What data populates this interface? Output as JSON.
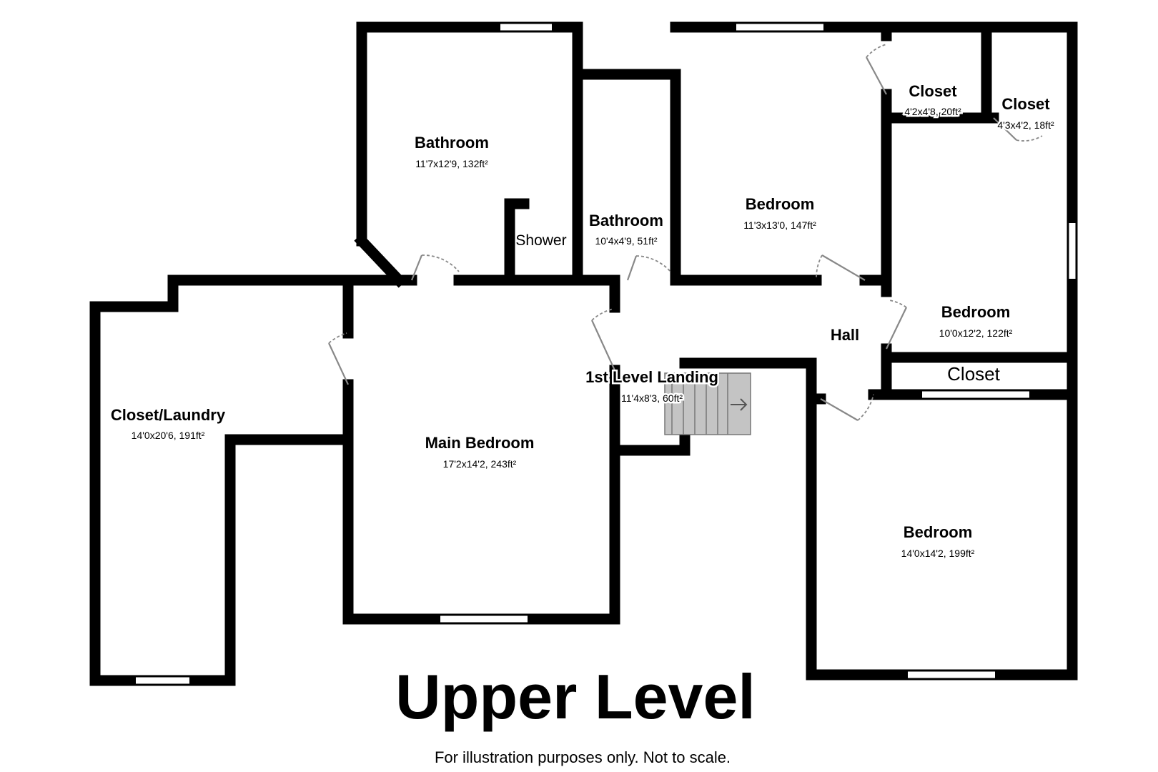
{
  "level_title": "Upper Level",
  "disclaimer": "For illustration purposes only. Not to scale.",
  "rooms": {
    "bathroom_main": {
      "name": "Bathroom",
      "dims": "11'7x12'9, 132ft²"
    },
    "shower": {
      "name": "Shower"
    },
    "bathroom_small": {
      "name": "Bathroom",
      "dims": "10'4x4'9, 51ft²"
    },
    "bedroom_top": {
      "name": "Bedroom",
      "dims": "11'3x13'0, 147ft²"
    },
    "closet_a": {
      "name": "Closet",
      "dims": "4'2x4'8, 20ft²"
    },
    "closet_b": {
      "name": "Closet",
      "dims": "4'3x4'2, 18ft²"
    },
    "bedroom_right": {
      "name": "Bedroom",
      "dims": "10'0x12'2, 122ft²"
    },
    "hall": {
      "name": "Hall"
    },
    "closet_c": {
      "name": "Closet"
    },
    "closet_laundry": {
      "name": "Closet/Laundry",
      "dims": "14'0x20'6, 191ft²"
    },
    "main_bedroom": {
      "name": "Main Bedroom",
      "dims": "17'2x14'2, 243ft²"
    },
    "landing": {
      "name": "1st Level Landing",
      "dims": "11'4x8'3, 60ft²"
    },
    "bedroom_bottom": {
      "name": "Bedroom",
      "dims": "14'0x14'2, 199ft²"
    }
  },
  "icons": {
    "stair_arrow": "right-arrow-icon"
  }
}
